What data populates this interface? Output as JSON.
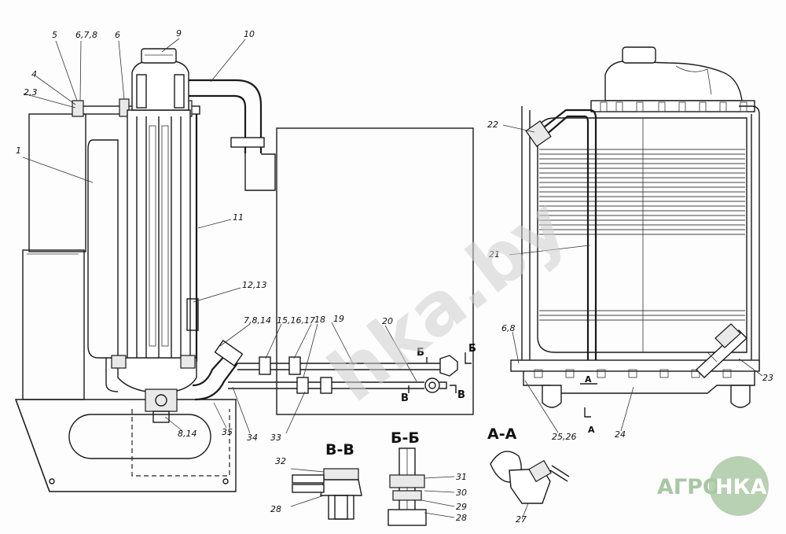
{
  "callouts": {
    "c1": "1",
    "c23": "2,3",
    "c4": "4",
    "c5": "5",
    "c678": "6,7,8",
    "c6": "6",
    "c9": "9",
    "c10": "10",
    "c11": "11",
    "c1213": "12,13",
    "c7814": "7,8,14",
    "c151617": "15,16,17",
    "c18": "18",
    "c19": "19",
    "c20": "20",
    "c814": "8,14",
    "c35": "35",
    "c34": "34",
    "c33": "33",
    "c22": "22",
    "c21": "21",
    "c68": "6,8",
    "c2526": "25,26",
    "c24": "24",
    "c23r": "23",
    "c32": "32",
    "c28a": "28",
    "c31": "31",
    "c30": "30",
    "c29": "29",
    "c28b": "28",
    "c27": "27"
  },
  "section_marks": {
    "b_upper": "Б",
    "b_upper2": "Б",
    "v_left": "В",
    "v_right": "В",
    "a_mark": "А",
    "a_mark2": "А"
  },
  "section_titles": {
    "vv": "В-В",
    "bb": "Б-Б",
    "aa": "А-А"
  },
  "watermark": "hka.by",
  "logo": {
    "left": "АГРО",
    "right": "НКА"
  }
}
